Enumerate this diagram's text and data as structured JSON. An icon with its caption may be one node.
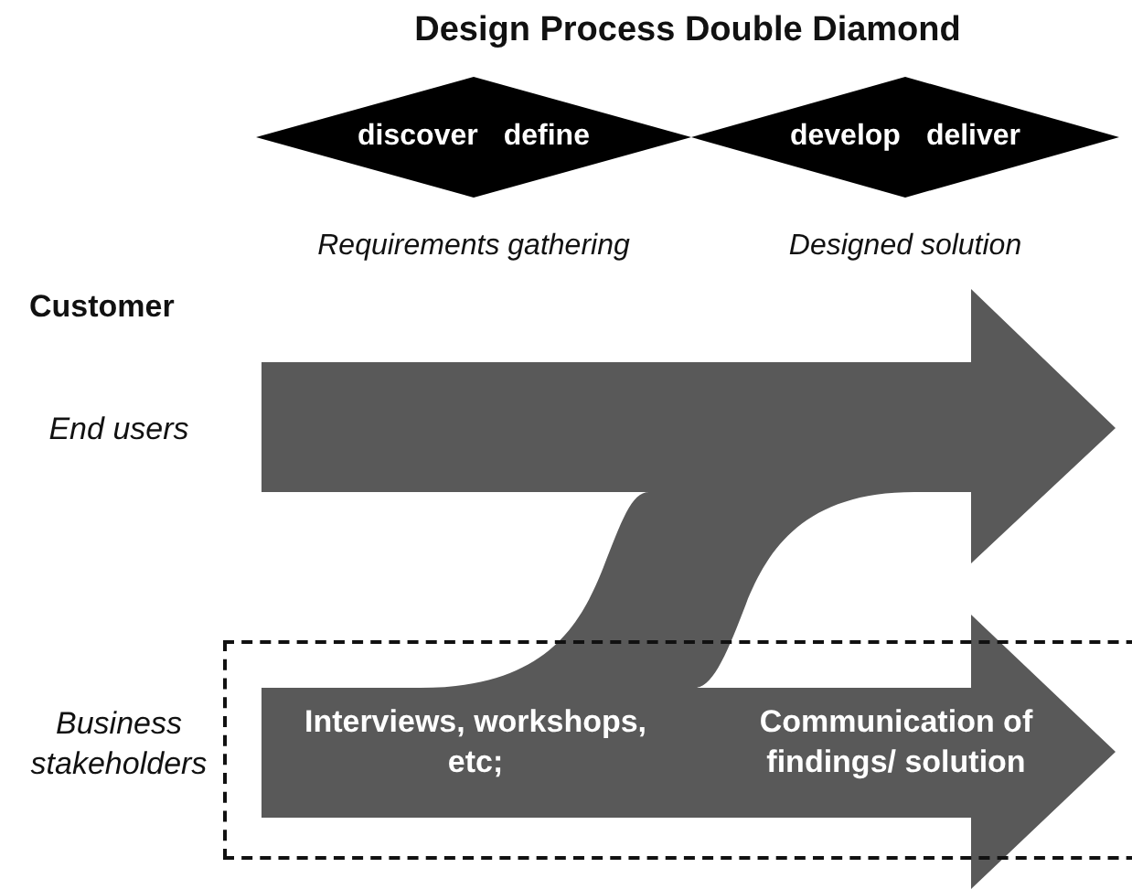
{
  "diagram": {
    "title": "Design Process Double Diamond",
    "nodes": [
      {
        "text": [
          "discover",
          "define"
        ]
      },
      {
        "text": [
          "develop",
          "deliver"
        ]
      }
    ],
    "labels": [
      "Requirements gathering",
      "Designed solution",
      "Customer",
      "End users",
      "Business stakeholders",
      "Interviews, workshops, etc;",
      "Communication of findings/ solution"
    ]
  }
}
